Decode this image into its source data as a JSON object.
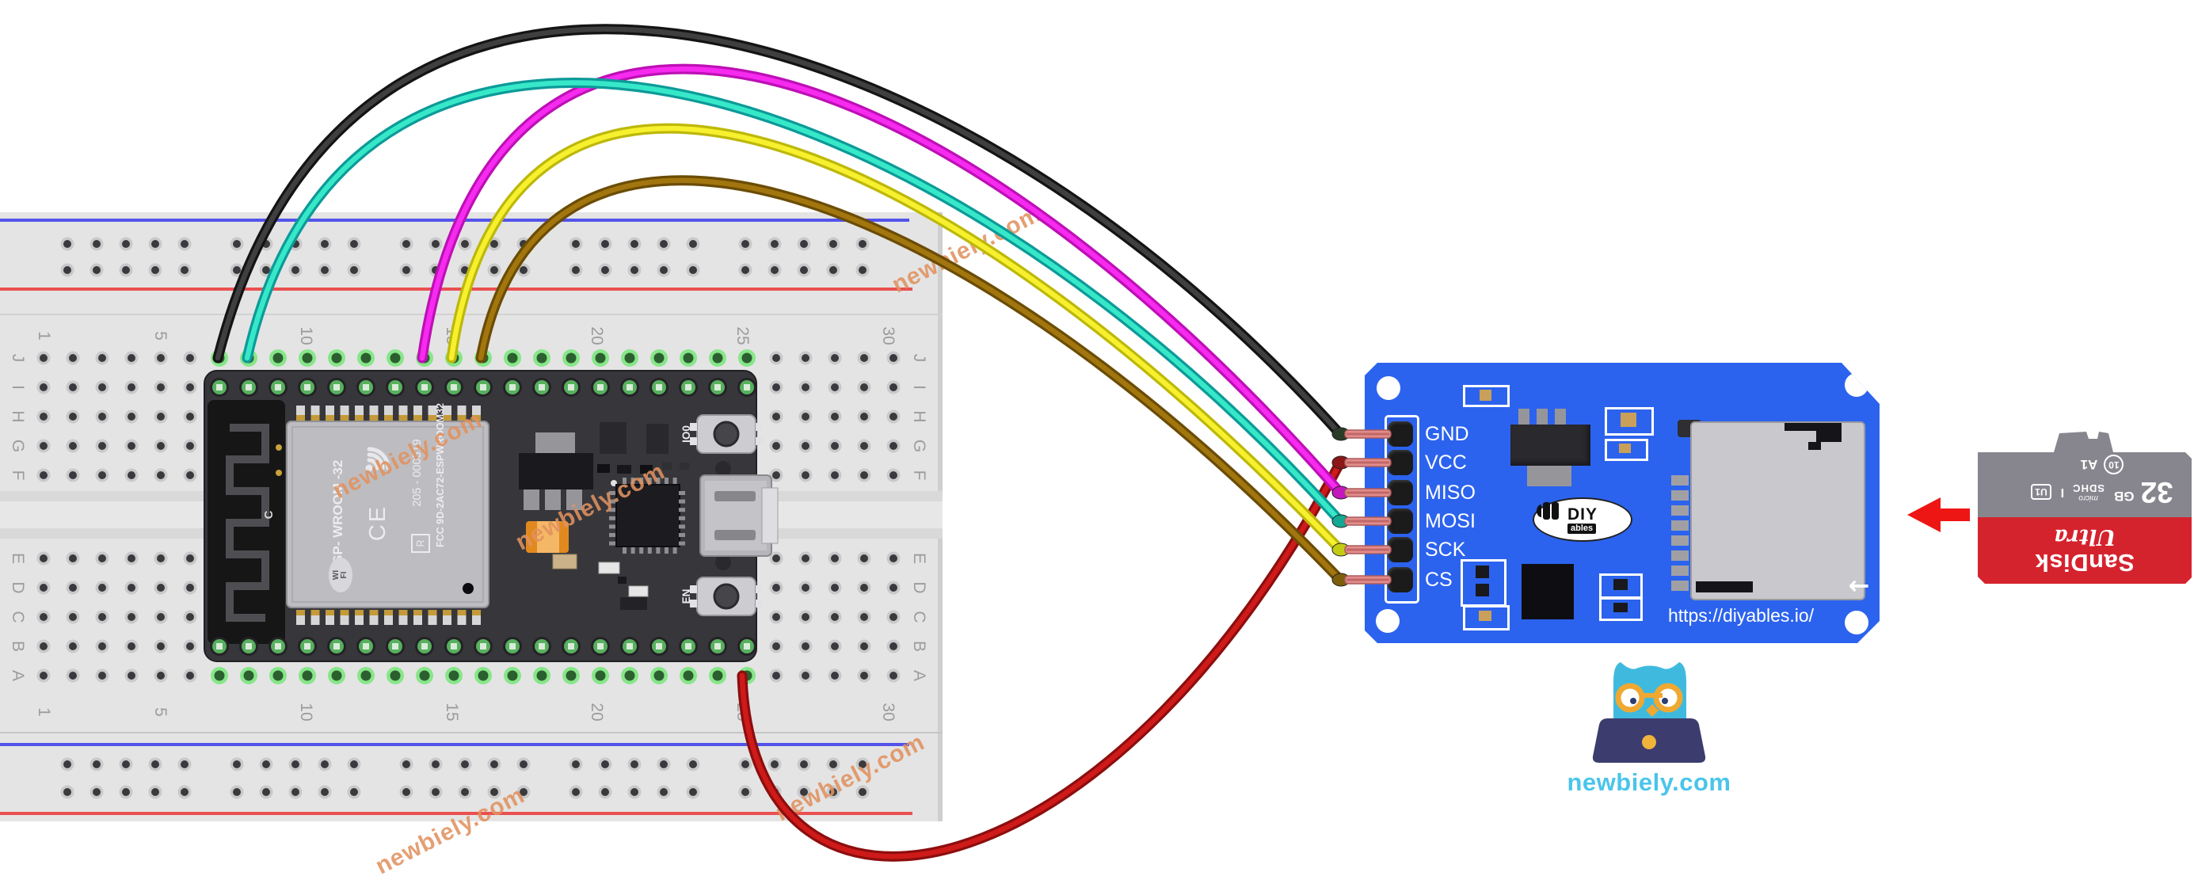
{
  "watermark": {
    "text": "newbiely.com",
    "color": "#e19260"
  },
  "branding": {
    "site": "newbiely.com"
  },
  "breadboard": {
    "row_letters_top": [
      "J",
      "I",
      "H",
      "G",
      "F"
    ],
    "row_letters_bottom": [
      "E",
      "D",
      "C",
      "B",
      "A"
    ],
    "column_numbers": [
      "1",
      "5",
      "10",
      "15",
      "20",
      "25",
      "30"
    ],
    "rail_blue": "#5353ea",
    "rail_red": "#ea5050"
  },
  "esp32": {
    "module_name": "ESP- WROOM -32",
    "wifi_line1": "WI",
    "wifi_line2": "FI",
    "ce_mark": "CE",
    "serial_number": "205 - 000519",
    "registered_mark": "R",
    "fcc_id": "FCC 9D-2AC72-ESPWROOM32",
    "antenna_label": "C",
    "boot_button_label": "IO0",
    "enable_button_label": "EN"
  },
  "sd_module": {
    "board_color": "#2c63ee",
    "pins": [
      {
        "label": "GND",
        "wire": "black"
      },
      {
        "label": "VCC",
        "wire": "red"
      },
      {
        "label": "MISO",
        "wire": "magenta"
      },
      {
        "label": "MOSI",
        "wire": "cyan"
      },
      {
        "label": "SCK",
        "wire": "yellow"
      },
      {
        "label": "CS",
        "wire": "brown"
      }
    ],
    "url": "https://diyables.io/",
    "logo_main": "DIY",
    "logo_sub": "ables",
    "slot_arrow": "←"
  },
  "sd_card": {
    "brand": "SanDisk",
    "series": "Ultra",
    "capacity": "32",
    "capacity_unit": "GB",
    "speed_class": "10",
    "app_class": "A1",
    "type_line1": "micro",
    "type_line2": "SDHC",
    "bus_mark": "I",
    "u_class": "U1"
  },
  "wires": [
    {
      "name": "black",
      "color": "#141414",
      "from": "breadboard J7",
      "to": "GND"
    },
    {
      "name": "cyan",
      "color": "#36e8c8",
      "from": "breadboard J8",
      "to": "MOSI"
    },
    {
      "name": "magenta",
      "color": "#f72af0",
      "from": "breadboard J14",
      "to": "MISO"
    },
    {
      "name": "yellow",
      "color": "#f6f02e",
      "from": "breadboard J15",
      "to": "SCK"
    },
    {
      "name": "brown",
      "color": "#a2760e",
      "from": "breadboard J16",
      "to": "CS"
    },
    {
      "name": "red",
      "color": "#cf1a1a",
      "from": "breadboard A25",
      "to": "VCC"
    }
  ]
}
